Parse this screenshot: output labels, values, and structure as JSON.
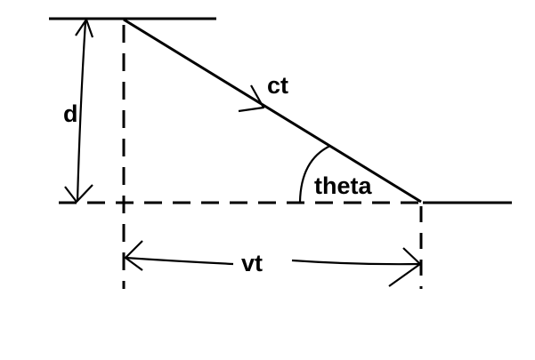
{
  "labels": {
    "distance": "d",
    "light_path": "ct",
    "angle": "theta",
    "horizontal": "vt"
  },
  "colors": {
    "stroke": "#000000",
    "background": "#ffffff"
  }
}
